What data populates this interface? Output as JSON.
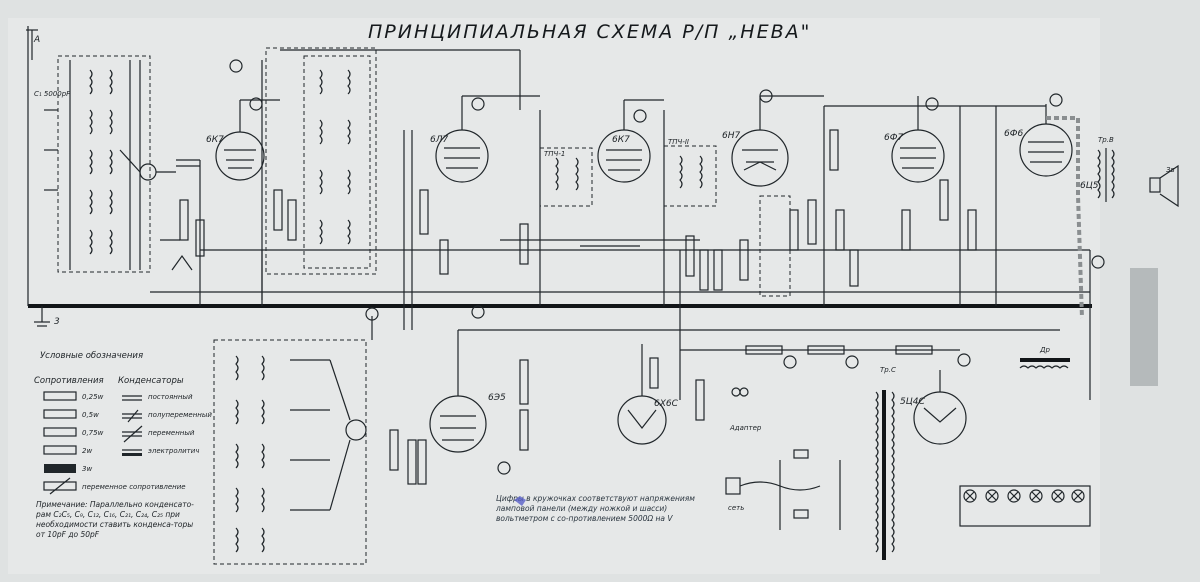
{
  "title": "ПРИНЦИПИАЛЬНАЯ СХЕМА Р/П „НЕВА\"",
  "tubes": [
    {
      "label": "6К7"
    },
    {
      "label": "6Л7"
    },
    {
      "label": "6К7"
    },
    {
      "label": "6Н7"
    },
    {
      "label": "6Ф7"
    },
    {
      "label": "6Ф6"
    },
    {
      "label": "6Э5"
    },
    {
      "label": "6Х6С"
    },
    {
      "label": "6Ц5"
    },
    {
      "label": "5Ц4С"
    }
  ],
  "labels": {
    "capacitor": "С₁ 5000pF",
    "antenna": "A",
    "ground": "3",
    "if_transformer_1": "ТПЧ-1",
    "if_transformer_2": "ТПЧ-II",
    "power_transformer": "Тр.С",
    "choke": "Др",
    "mains": "сеть",
    "pickup": "Адаптер",
    "speaker": "Зв",
    "output_transformer": "Тр.В"
  },
  "legend": {
    "heading": "Условные обозначения",
    "resistors_heading": "Сопротивления",
    "capacitors_heading": "Конденсаторы",
    "resistors": [
      {
        "label": "0,25w"
      },
      {
        "label": "0,5w"
      },
      {
        "label": "0,75w"
      },
      {
        "label": "2w"
      },
      {
        "label": "3w"
      },
      {
        "label": "переменное сопротивление"
      }
    ],
    "capacitors": [
      {
        "label": "постоянный"
      },
      {
        "label": "полупеременный"
      },
      {
        "label": "переменный"
      },
      {
        "label": "электролитич"
      }
    ]
  },
  "notes": {
    "note_left": "Примечание: Параллельно конденсато-рам С₂С₅, С₉, С₁₂, С₁₆, С₂₁, С₂₄, С₂₅ при необходимости ставить конденса-торы от 10pF до 50pF",
    "note_center": "Цифры в кружочках соответствуют напряжениям ламповой панели (между ножкой и шасси) вольтметром с со-противлением 5000Ω на V"
  }
}
